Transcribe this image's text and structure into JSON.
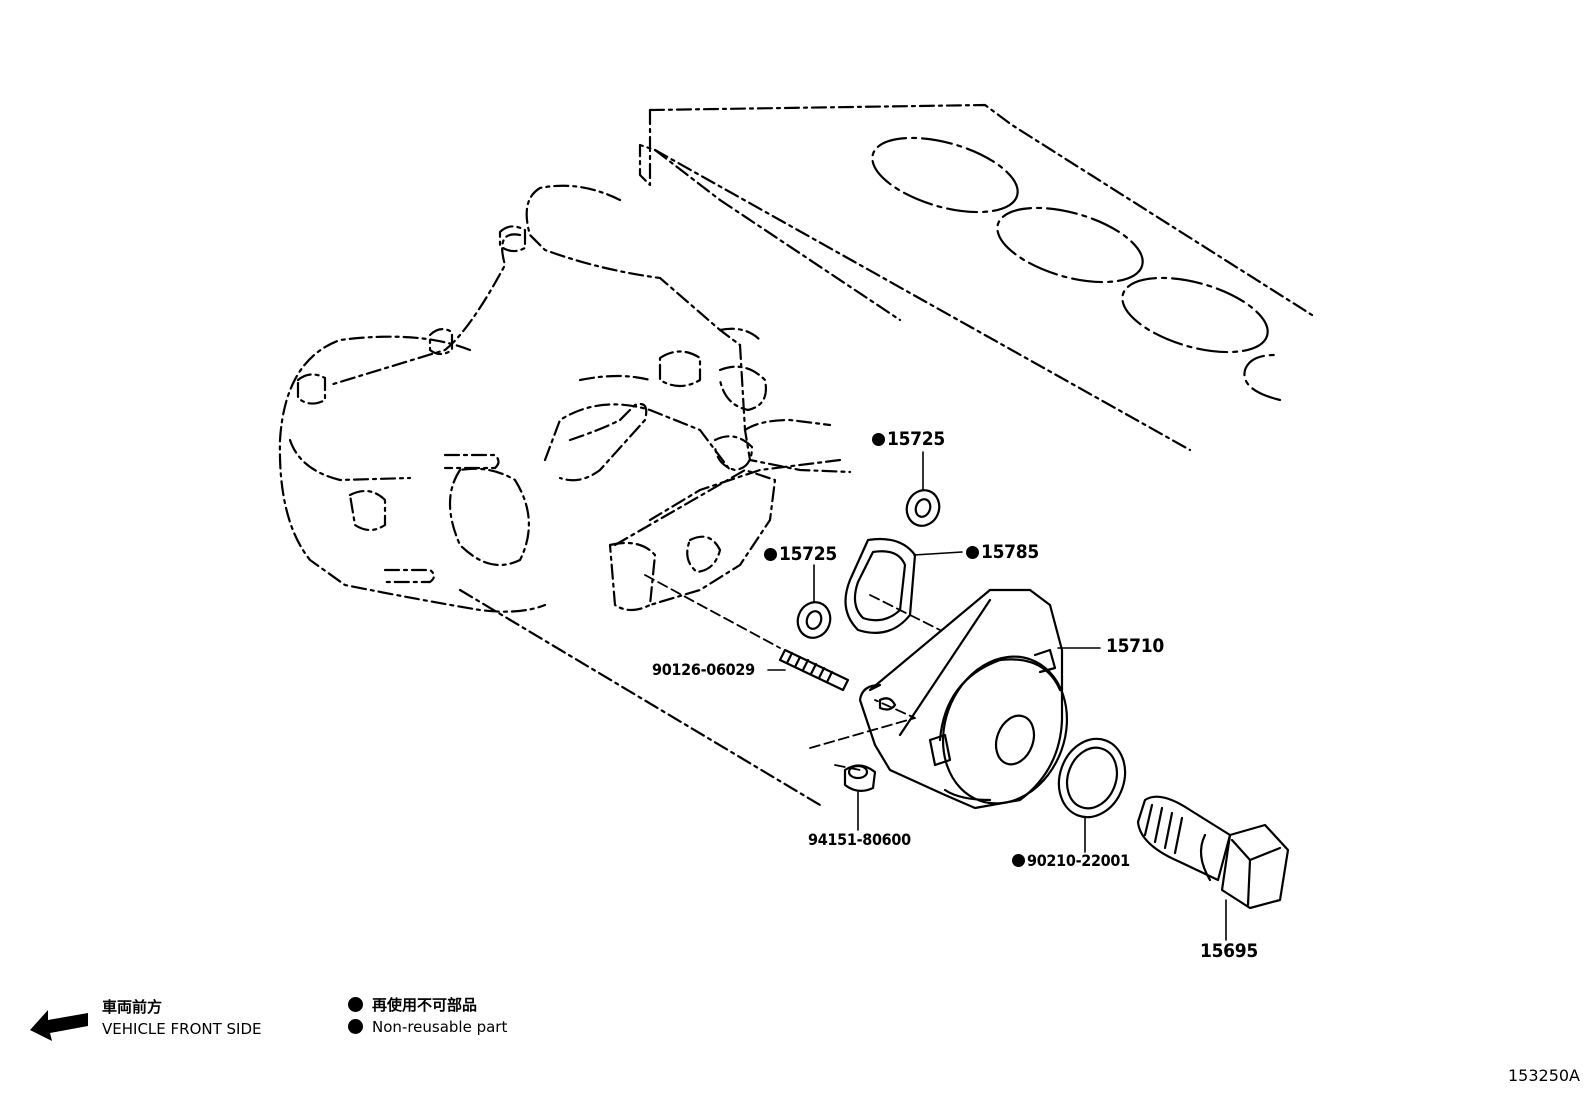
{
  "labels": {
    "seal_upper": "15725",
    "seal_mid": "15725",
    "gasket": "15785",
    "cover": "15710",
    "stud": "90126-06029",
    "nut": "94151-80600",
    "oring": "90210-22001",
    "bolt": "15695"
  },
  "legend": {
    "direction_jp": "車両前方",
    "direction_en": "VEHICLE FRONT SIDE",
    "nonreusable_jp": "再使用不可部品",
    "nonreusable_en": "Non-reusable part"
  },
  "figure_id": "153250A",
  "colors": {
    "ink": "#000000",
    "background": "#ffffff"
  },
  "icons": {
    "front_arrow": "arrow-left-icon",
    "nonreusable_marker": "filled-circle-icon"
  }
}
